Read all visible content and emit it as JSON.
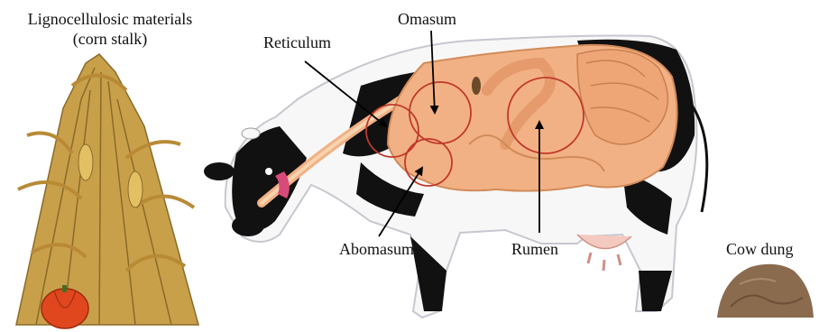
{
  "labels": {
    "lignocellulosic_line1": "Lignocellulosic  materials",
    "lignocellulosic_line2": "(corn stalk)",
    "reticulum": "Reticulum",
    "omasum": "Omasum",
    "abomasum": "Abomasum",
    "rumen": "Rumen",
    "cow_dung": "Cow dung"
  },
  "colors": {
    "stalk": "#c9a04a",
    "stalk_dark": "#8a6a2a",
    "pumpkin": "#e0471f",
    "cow_black": "#111111",
    "cow_white": "#f7f7f7",
    "stomach": "#f2b184",
    "stomach_light": "#f7d3b0",
    "circle_outline": "#c0392b",
    "dung": "#8a6b4e"
  }
}
